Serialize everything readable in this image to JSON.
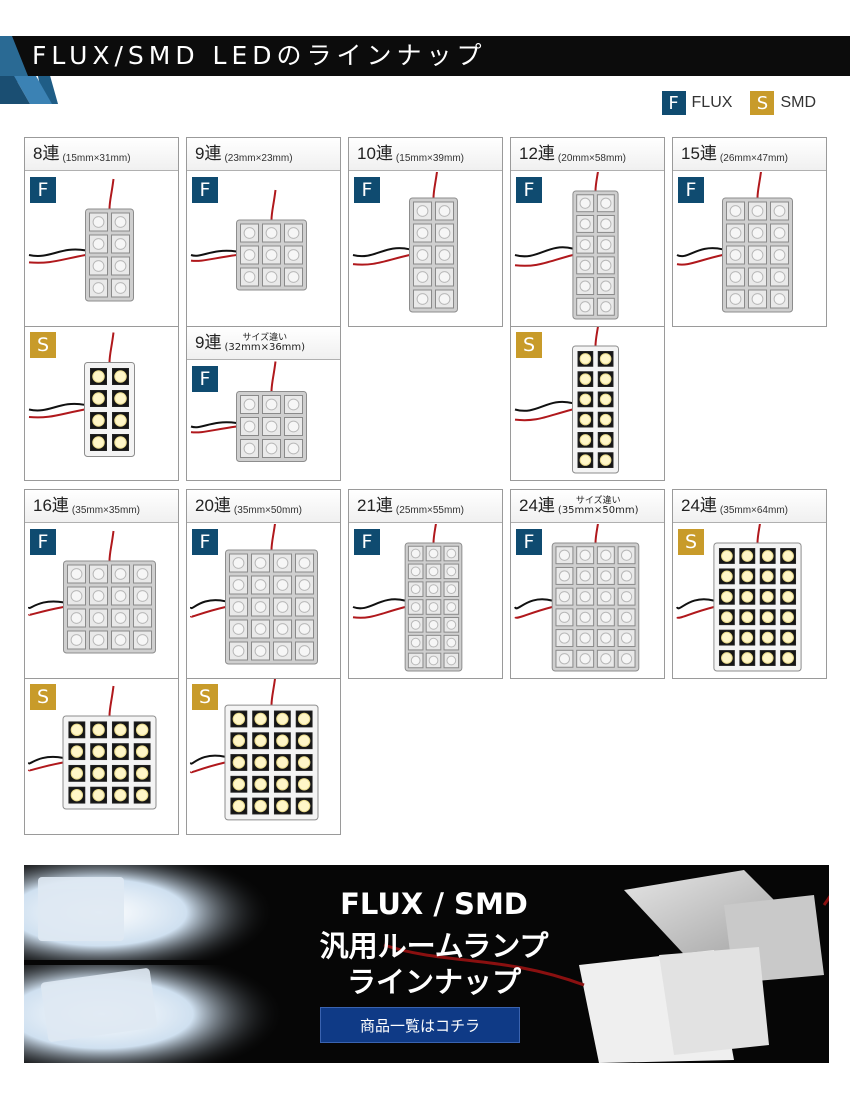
{
  "banner": {
    "title": "FLUX/SMD LEDのラインナップ"
  },
  "legend": [
    {
      "badge": "F",
      "label": "FLUX"
    },
    {
      "badge": "S",
      "label": "SMD"
    }
  ],
  "colors": {
    "flux_badge": "#0f4b70",
    "smd_badge": "#c89b2a",
    "banner": "#0c0c0c",
    "button": "#0f3a86"
  },
  "products": [
    {
      "count": "8連",
      "size": "(15mm×31mm)",
      "badge": "F",
      "image": "flux-board-8",
      "leds": "2x4"
    },
    {
      "count": "9連",
      "size": "(23mm×23mm)",
      "badge": "F",
      "image": "flux-board-9",
      "leds": "3x3"
    },
    {
      "count": "10連",
      "size": "(15mm×39mm)",
      "badge": "F",
      "image": "flux-board-10",
      "leds": "2x5"
    },
    {
      "count": "12連",
      "size": "(20mm×58mm)",
      "badge": "F",
      "image": "flux-board-12",
      "leds": "2x6"
    },
    {
      "count": "15連",
      "size": "(26mm×47mm)",
      "badge": "F",
      "image": "flux-board-15",
      "leds": "3x5"
    },
    {
      "count": "",
      "size": "",
      "badge": "S",
      "image": "smd-board-8",
      "leds": "2x4"
    },
    {
      "count": "9連",
      "note": "サイズ違い",
      "size": "(32mm×36mm)",
      "badge": "F",
      "image": "flux-board-9-alt",
      "leds": "3x3"
    },
    {
      "count": "",
      "size": "",
      "badge": "S",
      "image": "smd-board-12",
      "leds": "2x6"
    },
    {
      "count": "16連",
      "size": "(35mm×35mm)",
      "badge": "F",
      "image": "flux-board-16",
      "leds": "4x4"
    },
    {
      "count": "20連",
      "size": "(35mm×50mm)",
      "badge": "F",
      "image": "flux-board-20",
      "leds": "4x5"
    },
    {
      "count": "21連",
      "size": "(25mm×55mm)",
      "badge": "F",
      "image": "flux-board-21",
      "leds": "3x7"
    },
    {
      "count": "24連",
      "note": "サイズ違い",
      "size": "(35mm×50mm)",
      "badge": "F",
      "image": "flux-board-24-alt",
      "leds": "4x6"
    },
    {
      "count": "24連",
      "size": "(35mm×64mm)",
      "badge": "S",
      "image": "smd-board-24",
      "leds": "4x6"
    },
    {
      "count": "",
      "size": "",
      "badge": "S",
      "image": "smd-board-16",
      "leds": "4x4"
    },
    {
      "count": "",
      "size": "",
      "badge": "S",
      "image": "smd-board-20",
      "leds": "4x5"
    }
  ],
  "promo": {
    "line1": "FLUX / SMD",
    "line2": "汎用ルームランプ",
    "line3": "ラインナップ",
    "button": "商品一覧はコチラ"
  }
}
